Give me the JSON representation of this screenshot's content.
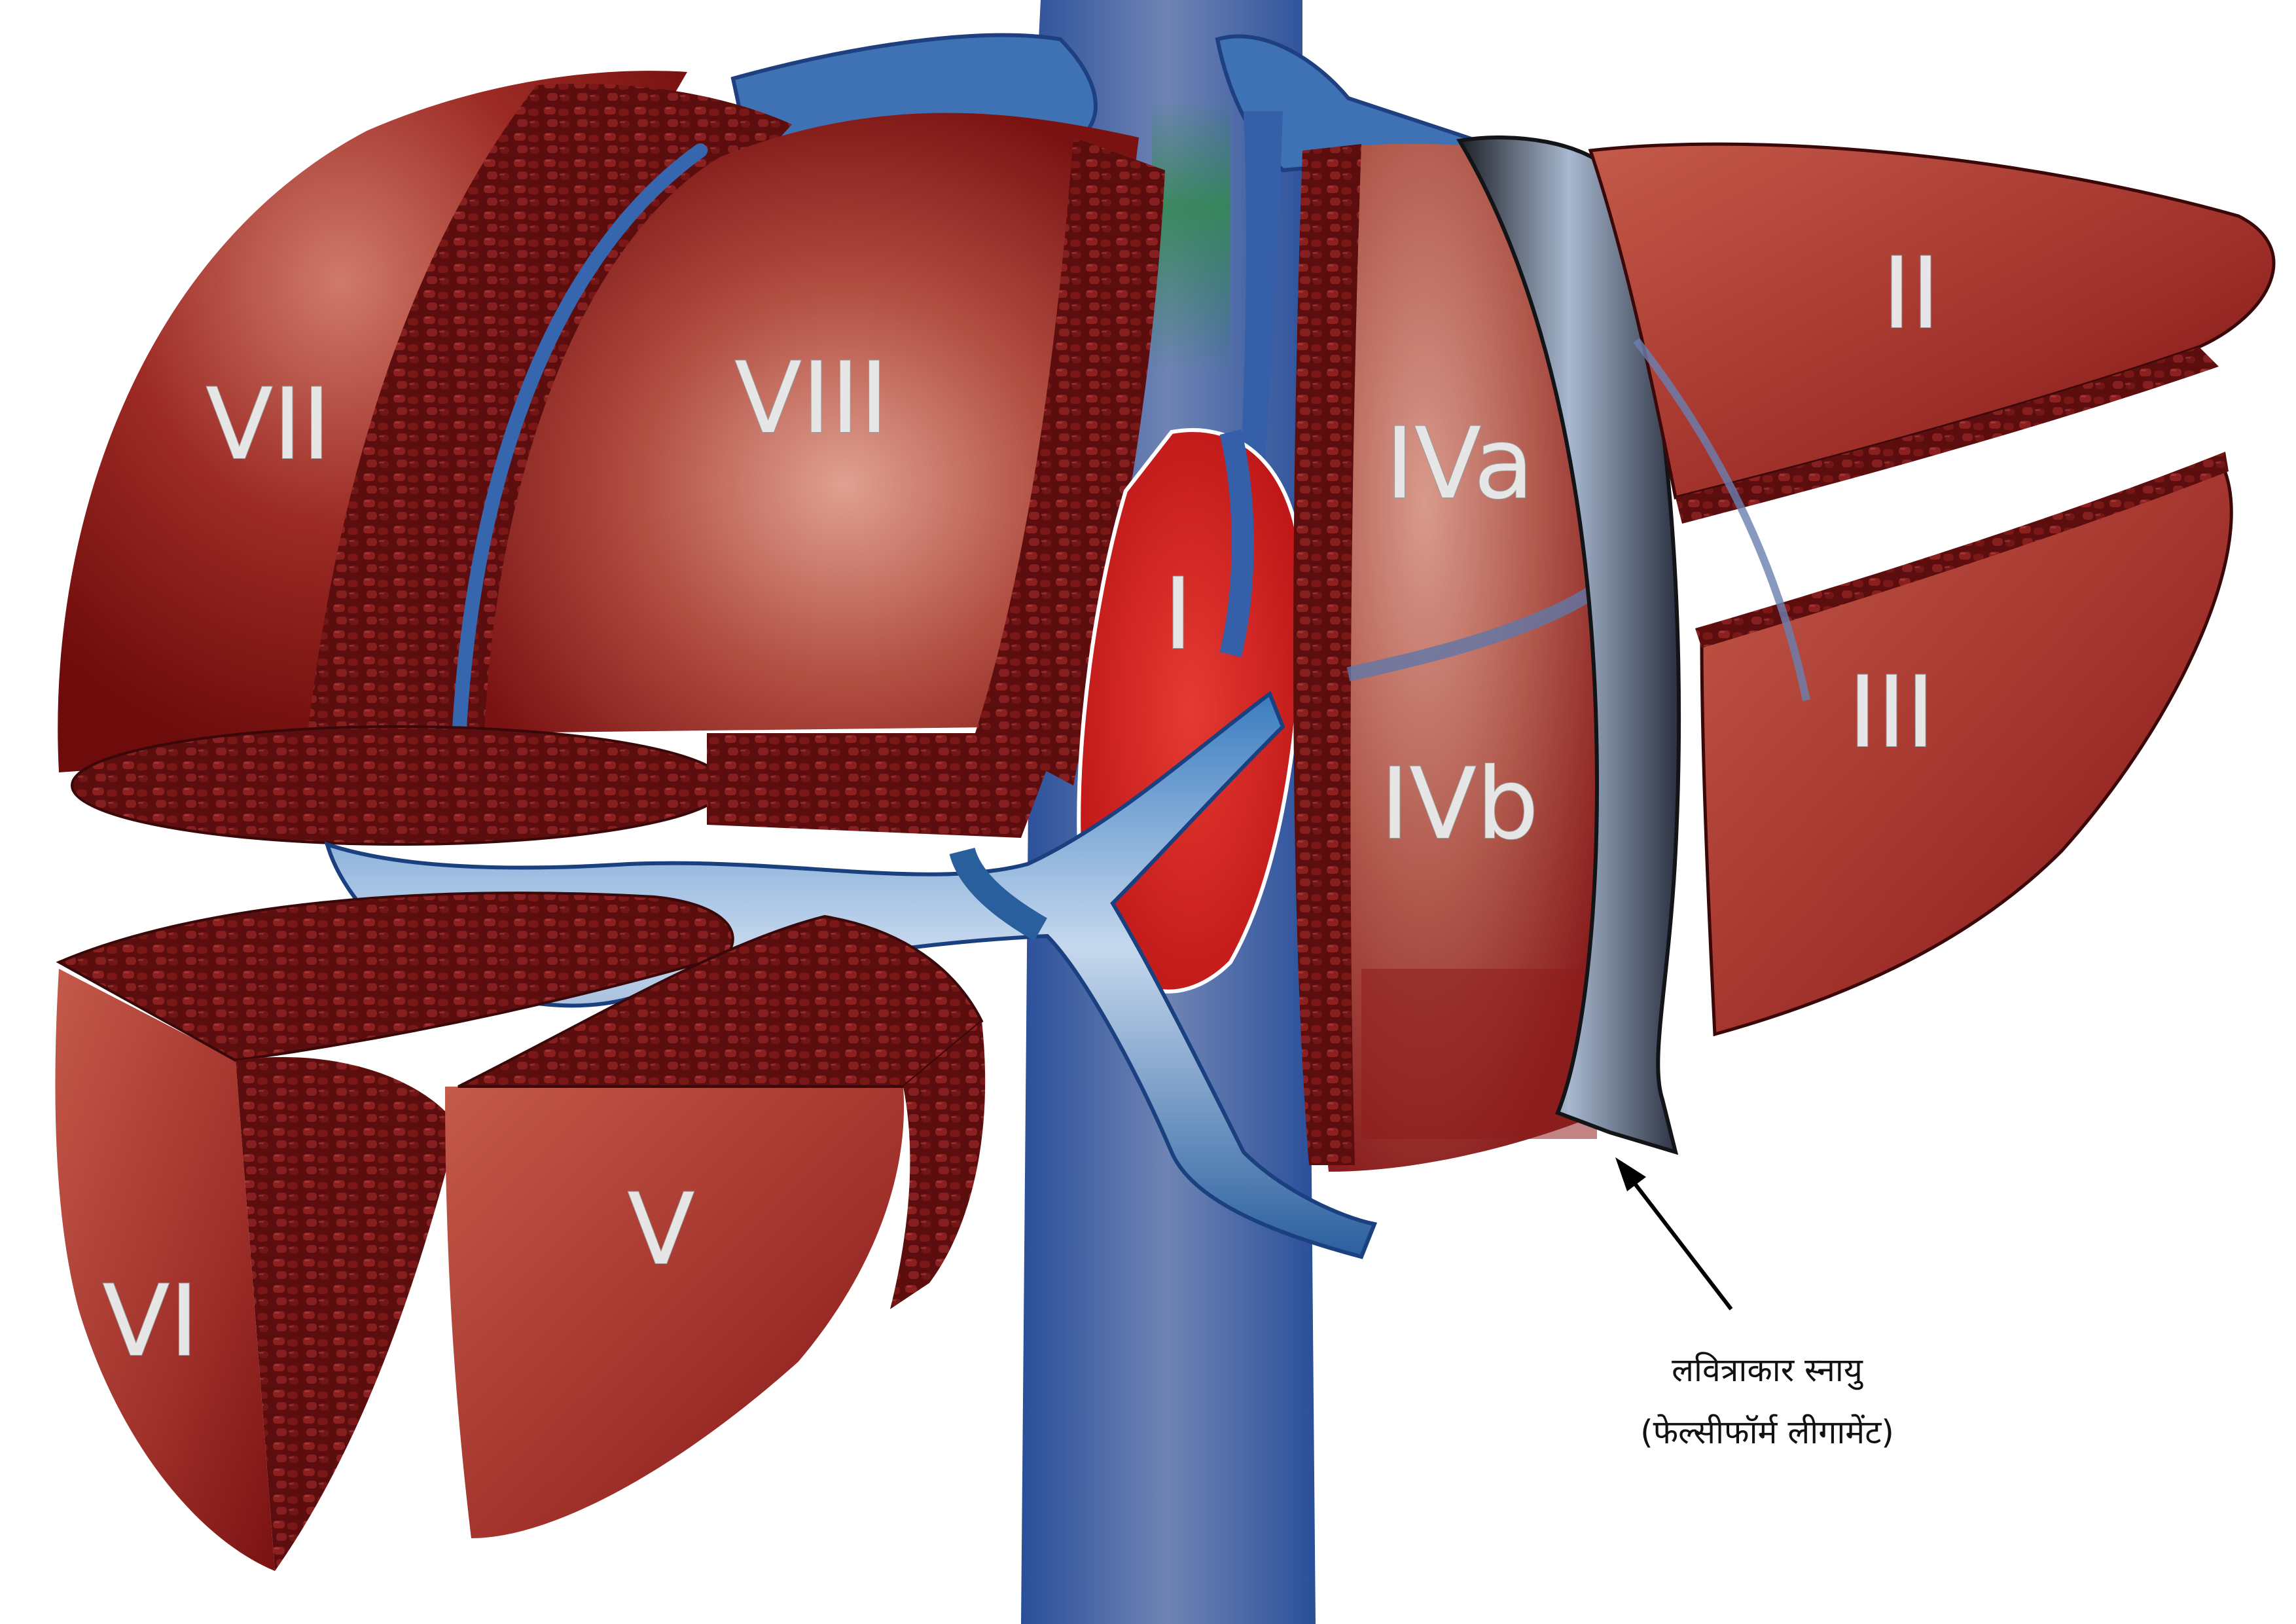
{
  "segments": {
    "s1": "I",
    "s2": "II",
    "s3": "III",
    "s4a": "IVa",
    "s4b": "IVb",
    "s5": "V",
    "s6": "VI",
    "s7": "VII",
    "s8": "VIII"
  },
  "annotation": {
    "line1": "लवित्राकार स्नायु",
    "line2": "(फेल्सीफॉर्म लीगामेंट)"
  },
  "colors": {
    "liver_dark": "#7a1010",
    "liver_mid": "#a8322c",
    "liver_light": "#d88a7a",
    "parenchyma": "#5a0d0d",
    "vessel_blue": "#2d6aa8",
    "vein_navy": "#1f3f8f",
    "caudate_red": "#d8262a",
    "ligament_gray": "#3a4150"
  }
}
